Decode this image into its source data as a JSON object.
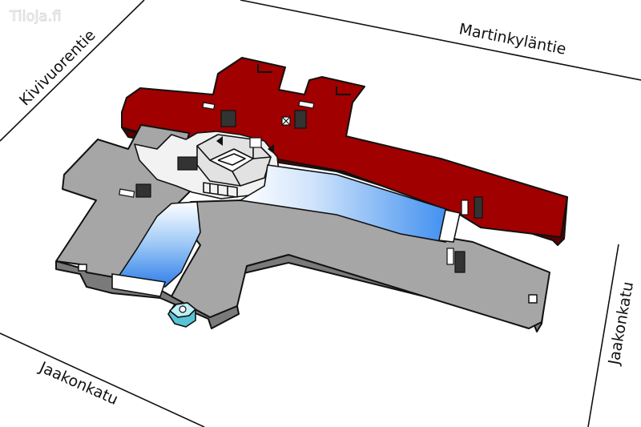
{
  "watermark": "Tiloja.fi",
  "streets": {
    "top": "Martinkyläntie",
    "top_left": "Kivivuorentie",
    "bottom_left": "Jaakonkatu",
    "right": "Jaakonkatu"
  },
  "colors": {
    "upper_wing": "#a00000",
    "lower_wing": "#a6a6a6",
    "atrium": "#f0f0f0",
    "glass_corridor": "#5aa6ef",
    "outline": "#111111",
    "entrance_booth": "#7fd8e8"
  },
  "icons": [
    "stairs-icon",
    "elevator-icon",
    "entrance-icon"
  ]
}
